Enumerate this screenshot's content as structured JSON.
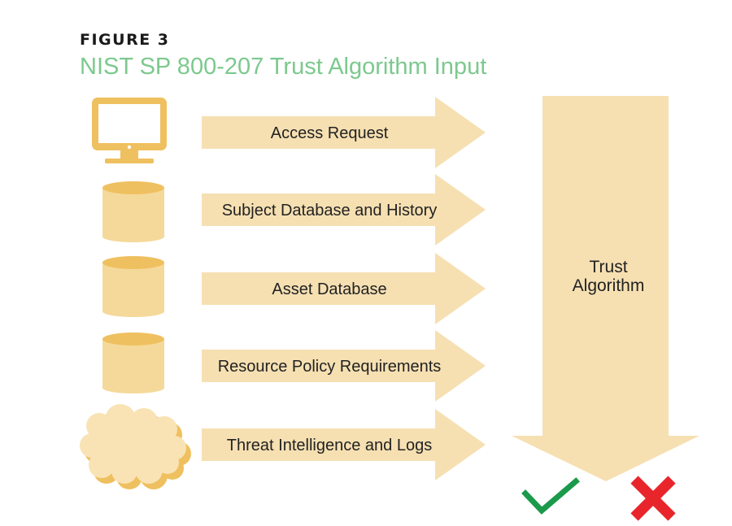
{
  "figure": {
    "label": "FIGURE 3",
    "title": "NIST SP 800-207 Trust Algorithm Input"
  },
  "inputs": [
    {
      "icon": "monitor-icon",
      "label": "Access Request"
    },
    {
      "icon": "database-icon",
      "label": "Subject Database and History"
    },
    {
      "icon": "database-icon",
      "label": "Asset Database"
    },
    {
      "icon": "database-icon",
      "label": "Resource Policy Requirements"
    },
    {
      "icon": "cloud-icon",
      "label": "Threat Intelligence and Logs"
    }
  ],
  "algorithm": {
    "line1": "Trust",
    "line2": "Algorithm"
  },
  "outcomes": [
    {
      "icon": "check-icon",
      "meaning": "allow"
    },
    {
      "icon": "cross-icon",
      "meaning": "deny"
    }
  ],
  "colors": {
    "arrow_fill": "#f6e0b2",
    "icon_dark": "#efc05f",
    "icon_light": "#f5d99a",
    "title_green": "#7cc98e",
    "check_green": "#1a9a4a",
    "cross_red": "#e8252b"
  }
}
